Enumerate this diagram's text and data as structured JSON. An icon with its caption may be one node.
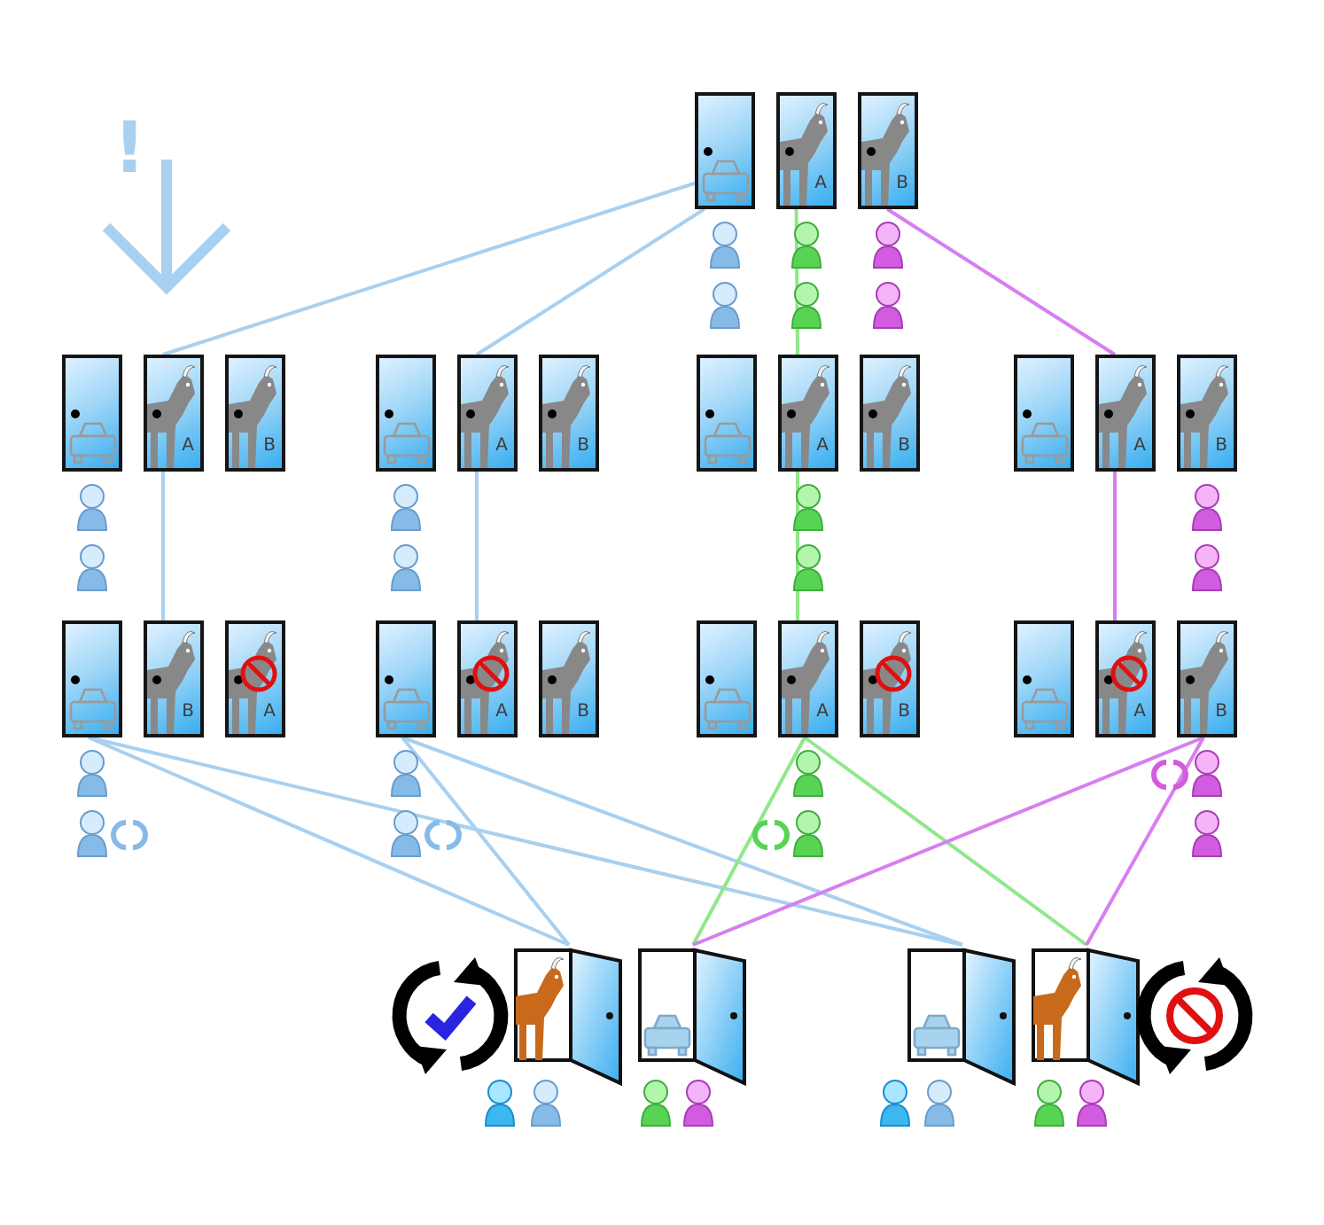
{
  "diagram": {
    "nodes": [
      {
        "text": [],
        "shape": "picture"
      },
      {
        "text": [],
        "shape": "picture",
        "in": 0
      },
      {
        "text": [
          "A"
        ],
        "in": 0
      },
      {
        "text": [
          "B"
        ],
        "in": 0
      },
      {
        "text": [],
        "shape": "picture"
      },
      {
        "text": [],
        "shape": "picture",
        "in": 4
      },
      {
        "text": [
          "A"
        ],
        "in": 4
      },
      {
        "text": [
          "B"
        ],
        "in": 4
      },
      {
        "text": [],
        "shape": "picture"
      },
      {
        "text": [],
        "shape": "picture",
        "in": 8
      },
      {
        "text": [
          "A"
        ],
        "in": 8
      },
      {
        "text": [
          "B"
        ],
        "in": 8
      },
      {
        "text": [],
        "shape": "picture"
      },
      {
        "text": [],
        "shape": "picture",
        "in": 12
      },
      {
        "text": [
          "A"
        ],
        "in": 12
      },
      {
        "text": [
          "B"
        ],
        "in": 12
      },
      {
        "text": [],
        "shape": "picture"
      },
      {
        "text": [],
        "shape": "picture",
        "in": 16
      },
      {
        "text": [
          "A"
        ],
        "in": 16
      },
      {
        "text": [
          "B"
        ],
        "in": 16
      },
      {
        "text": [],
        "shape": "picture"
      },
      {
        "text": [],
        "shape": "picture",
        "in": 20
      },
      {
        "text": [
          "B"
        ],
        "in": 20
      },
      {
        "text": [
          "A"
        ],
        "in": 20
      },
      {
        "text": [],
        "shape": "picture"
      },
      {
        "text": [],
        "shape": "picture",
        "in": 24
      },
      {
        "text": [
          "A"
        ],
        "in": 24
      },
      {
        "text": [
          "B"
        ],
        "in": 24
      },
      {
        "text": [],
        "shape": "picture"
      },
      {
        "text": [],
        "shape": "picture",
        "in": 28
      },
      {
        "text": [
          "A"
        ],
        "in": 28
      },
      {
        "text": [
          "B"
        ],
        "in": 28
      },
      {
        "text": [],
        "shape": "picture"
      },
      {
        "text": [],
        "shape": "picture",
        "in": 32
      },
      {
        "text": [
          "A"
        ],
        "in": 32
      },
      {
        "text": [
          "B"
        ],
        "in": 32
      },
      {
        "text": [],
        "shape": "picture"
      },
      {
        "text": [],
        "shape": "picture"
      },
      {
        "text": [],
        "shape": "picture"
      },
      {
        "text": [],
        "shape": "picture"
      }
    ],
    "edges": [
      {
        "from": 0,
        "to": 4,
        "arrow": "none"
      },
      {
        "from": 0,
        "to": 8,
        "arrow": "none"
      },
      {
        "from": 0,
        "to": 12,
        "arrow": "none",
        "color": "#8fe88a"
      },
      {
        "from": 0,
        "to": 16,
        "arrow": "none",
        "color": "#d77ef0"
      },
      {
        "from": 4,
        "to": 20,
        "arrow": "none"
      },
      {
        "from": 8,
        "to": 24,
        "arrow": "none"
      },
      {
        "from": 12,
        "to": 28,
        "arrow": "none",
        "color": "#8fe88a"
      },
      {
        "from": 16,
        "to": 32,
        "arrow": "none",
        "color": "#d77ef0"
      },
      {
        "from": 20,
        "to": 36,
        "arrow": "none"
      },
      {
        "from": 20,
        "to": 38,
        "arrow": "none"
      },
      {
        "from": 24,
        "to": 36,
        "arrow": "none"
      },
      {
        "from": 24,
        "to": 38,
        "arrow": "none"
      },
      {
        "from": 28,
        "to": 37,
        "arrow": "none",
        "color": "#8fe88a"
      },
      {
        "from": 28,
        "to": 39,
        "arrow": "none",
        "color": "#8fe88a"
      },
      {
        "from": 32,
        "to": 37,
        "arrow": "none",
        "color": "#d77ef0"
      },
      {
        "from": 32,
        "to": 39,
        "arrow": "none",
        "color": "#d77ef0"
      }
    ],
    "labels": [
      "!"
    ]
  }
}
